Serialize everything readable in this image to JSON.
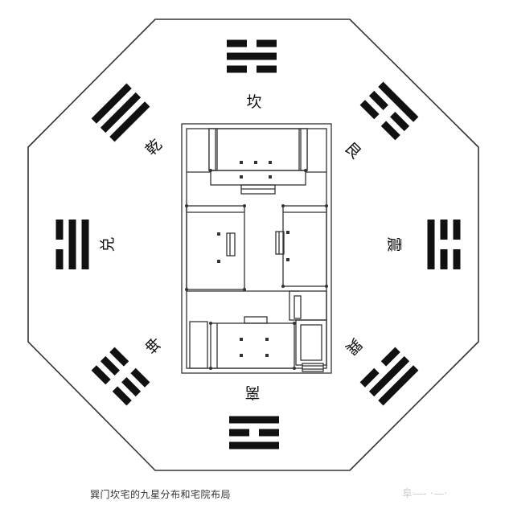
{
  "trigrams": [
    {
      "name": "坎",
      "lines": [
        0,
        1,
        0
      ]
    },
    {
      "name": "艮",
      "lines": [
        1,
        0,
        0
      ]
    },
    {
      "name": "震",
      "lines": [
        0,
        0,
        1
      ]
    },
    {
      "name": "巽",
      "lines": [
        1,
        1,
        0
      ]
    },
    {
      "name": "离",
      "lines": [
        1,
        0,
        1
      ]
    },
    {
      "name": "坤",
      "lines": [
        0,
        0,
        0
      ]
    },
    {
      "name": "兑",
      "lines": [
        0,
        1,
        1
      ]
    },
    {
      "name": "乾",
      "lines": [
        1,
        1,
        1
      ]
    }
  ],
  "colors": {
    "ink": "#111111",
    "line": "#333333",
    "bg": "#ffffff"
  },
  "caption": "巽门坎宅的九星分布和宅院布局",
  "watermark": "阜—- ·—·"
}
